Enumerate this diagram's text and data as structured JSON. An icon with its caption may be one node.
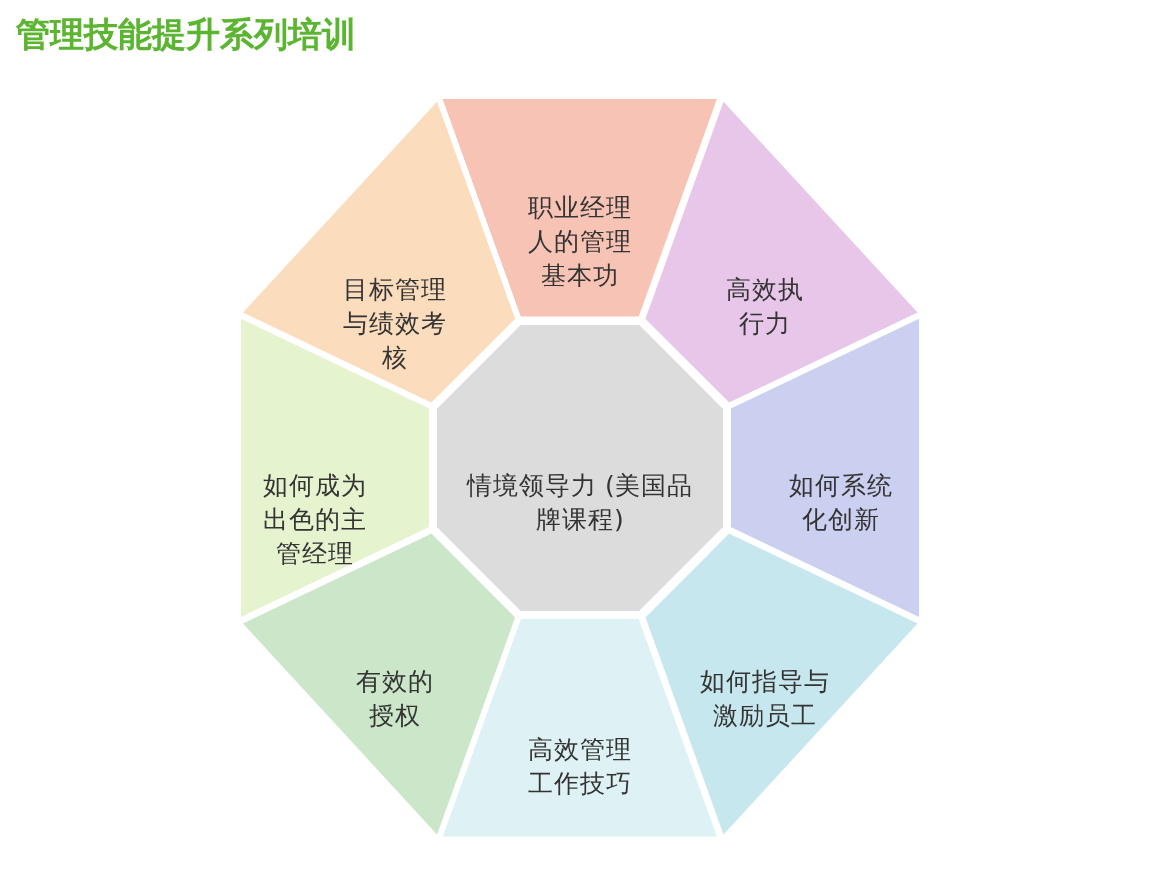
{
  "diagram": {
    "title": "管理技能提升系列培训",
    "nodes": [
      {
        "text": [
          "职业经理人的管理基本功"
        ]
      },
      {
        "text": [
          "高效执行力"
        ]
      },
      {
        "text": [
          "如何系统化创新"
        ]
      },
      {
        "text": [
          "如何指导与激励员工"
        ]
      },
      {
        "text": [
          "高效管理工作技巧"
        ]
      },
      {
        "text": [
          "有效的授权"
        ]
      },
      {
        "text": [
          "如何成为出色的主管经理"
        ]
      },
      {
        "text": [
          "目标管理与绩效考核"
        ]
      },
      {
        "text": [
          "情境领导力 (美国品牌课程)"
        ]
      }
    ],
    "edges": []
  }
}
